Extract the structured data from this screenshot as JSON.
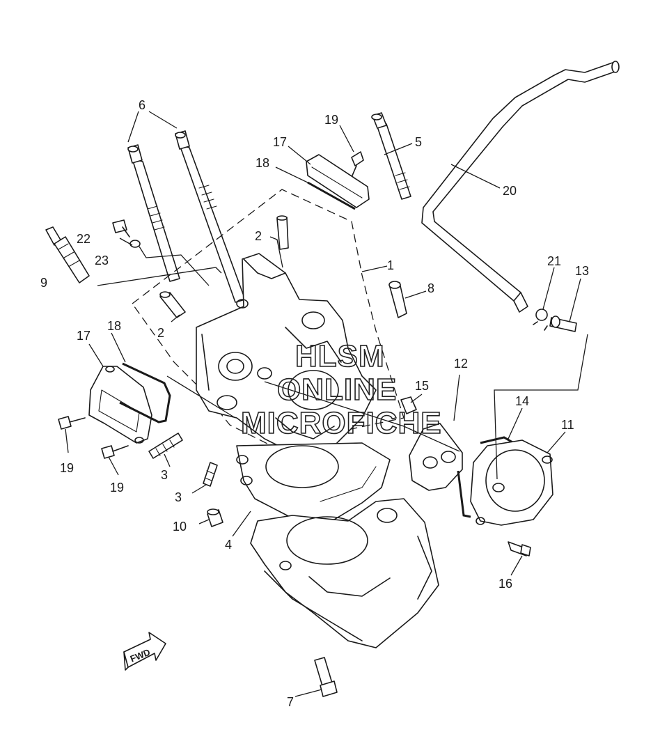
{
  "callouts": {
    "c1": "1",
    "c2a": "2",
    "c2b": "2",
    "c3a": "3",
    "c3b": "3",
    "c4": "4",
    "c5": "5",
    "c6": "6",
    "c7": "7",
    "c8": "8",
    "c9": "9",
    "c10": "10",
    "c11": "11",
    "c12": "12",
    "c13": "13",
    "c14": "14",
    "c15": "15",
    "c16": "16",
    "c17a": "17",
    "c17b": "17",
    "c18a": "18",
    "c18b": "18",
    "c19a": "19",
    "c19b": "19",
    "c19c": "19",
    "c20": "20",
    "c21": "21",
    "c22": "22",
    "c23": "23"
  },
  "fwd_badge": "FWD",
  "watermark": {
    "line1": "HLSM",
    "line2": "ONLINE",
    "line3": "MICROFICHE"
  },
  "colors": {
    "ink": "#1a1a1a",
    "background": "#ffffff"
  }
}
